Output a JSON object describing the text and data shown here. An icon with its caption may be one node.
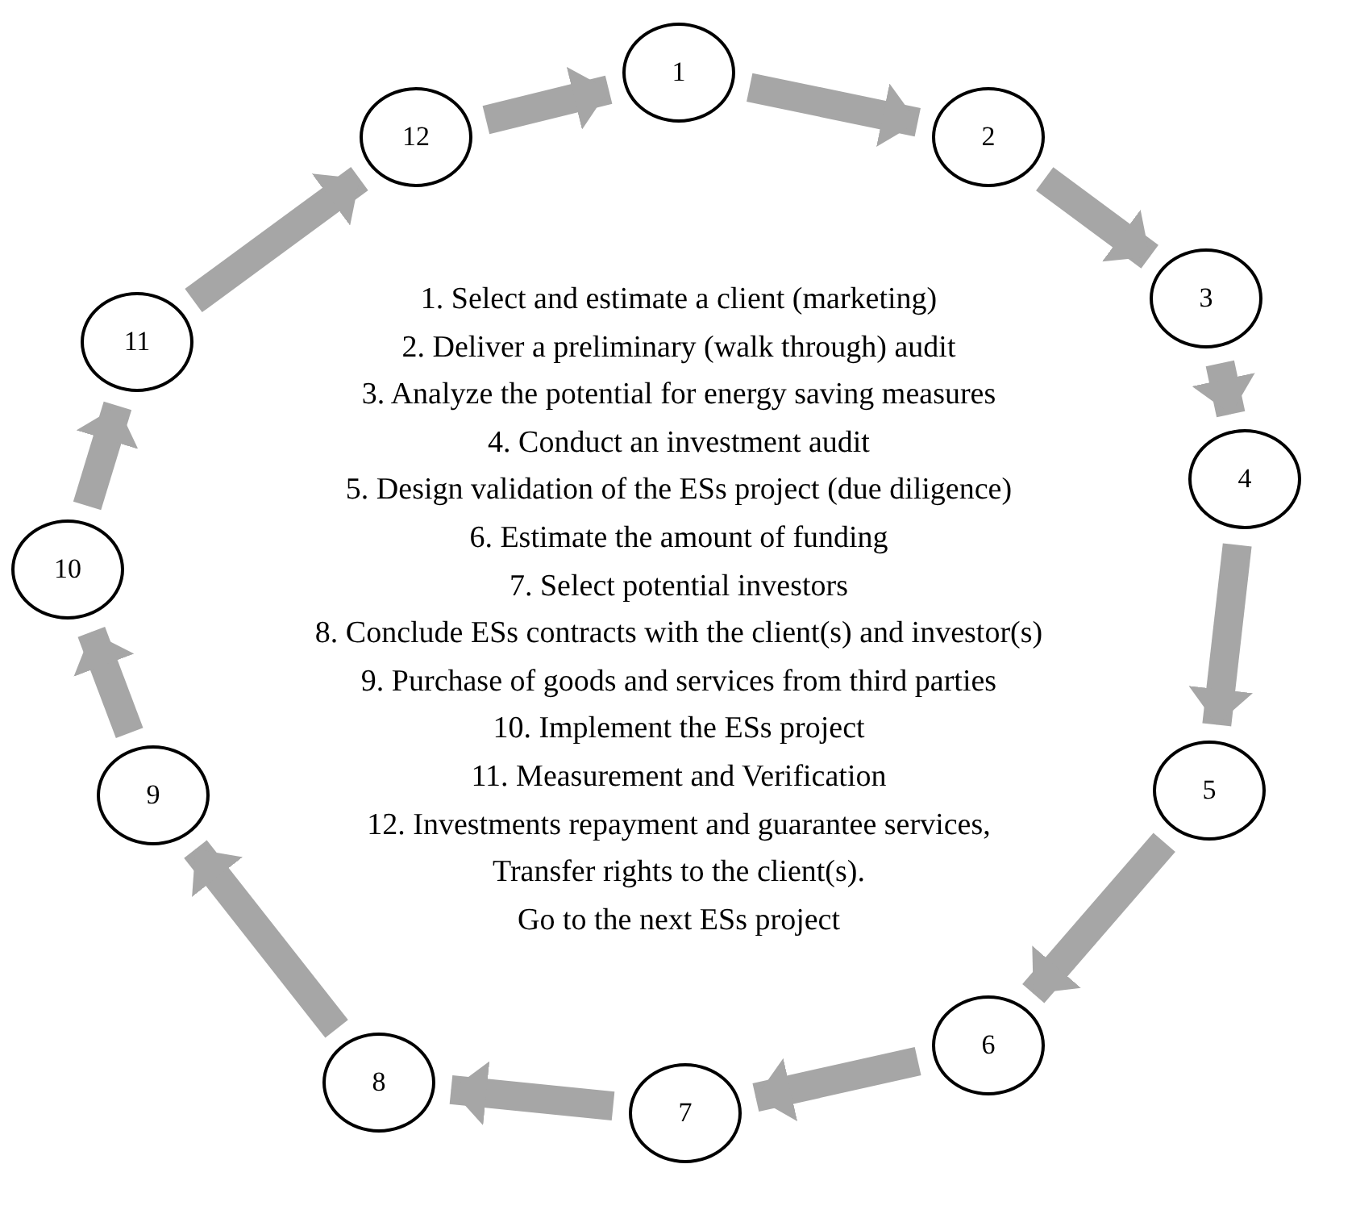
{
  "diagram": {
    "nodes": [
      {
        "text": [
          "1"
        ]
      },
      {
        "text": [
          "2"
        ]
      },
      {
        "text": [
          "3"
        ]
      },
      {
        "text": [
          "4"
        ]
      },
      {
        "text": [
          "5"
        ]
      },
      {
        "text": [
          "6"
        ]
      },
      {
        "text": [
          "7"
        ]
      },
      {
        "text": [
          "8"
        ]
      },
      {
        "text": [
          "9"
        ]
      },
      {
        "text": [
          "10"
        ]
      },
      {
        "text": [
          "11"
        ]
      },
      {
        "text": [
          "12"
        ]
      }
    ],
    "edges": [
      {
        "from": 0,
        "to": 1,
        "arrow": "to"
      },
      {
        "from": 1,
        "to": 2,
        "arrow": "to"
      },
      {
        "from": 2,
        "to": 3,
        "arrow": "to"
      },
      {
        "from": 3,
        "to": 4,
        "arrow": "to"
      },
      {
        "from": 4,
        "to": 5,
        "arrow": "to"
      },
      {
        "from": 5,
        "to": 6,
        "arrow": "to"
      },
      {
        "from": 6,
        "to": 7,
        "arrow": "to"
      },
      {
        "from": 7,
        "to": 8,
        "arrow": "to"
      },
      {
        "from": 8,
        "to": 9,
        "arrow": "to"
      },
      {
        "from": 9,
        "to": 10,
        "arrow": "to"
      },
      {
        "from": 10,
        "to": 11,
        "arrow": "to"
      },
      {
        "from": 11,
        "to": 0,
        "arrow": "to"
      }
    ],
    "labels": [
      "1. Select and estimate a client (marketing)",
      "2. Deliver a preliminary (walk through) audit",
      "3. Analyze the potential for energy saving measures",
      "4. Conduct an investment audit",
      "5. Design validation of the ESs project (due diligence)",
      "6. Estimate the amount of funding",
      "7. Select potential investors",
      "8. Conclude ESs contracts with the client(s) and investor(s)",
      "9. Purchase of goods and services from third parties",
      "10. Implement the ESs project",
      "11. Measurement and Verification",
      "12. Investments repayment and guarantee services,",
      "Transfer rights to the client(s).",
      "Go to the next ESs project"
    ]
  }
}
